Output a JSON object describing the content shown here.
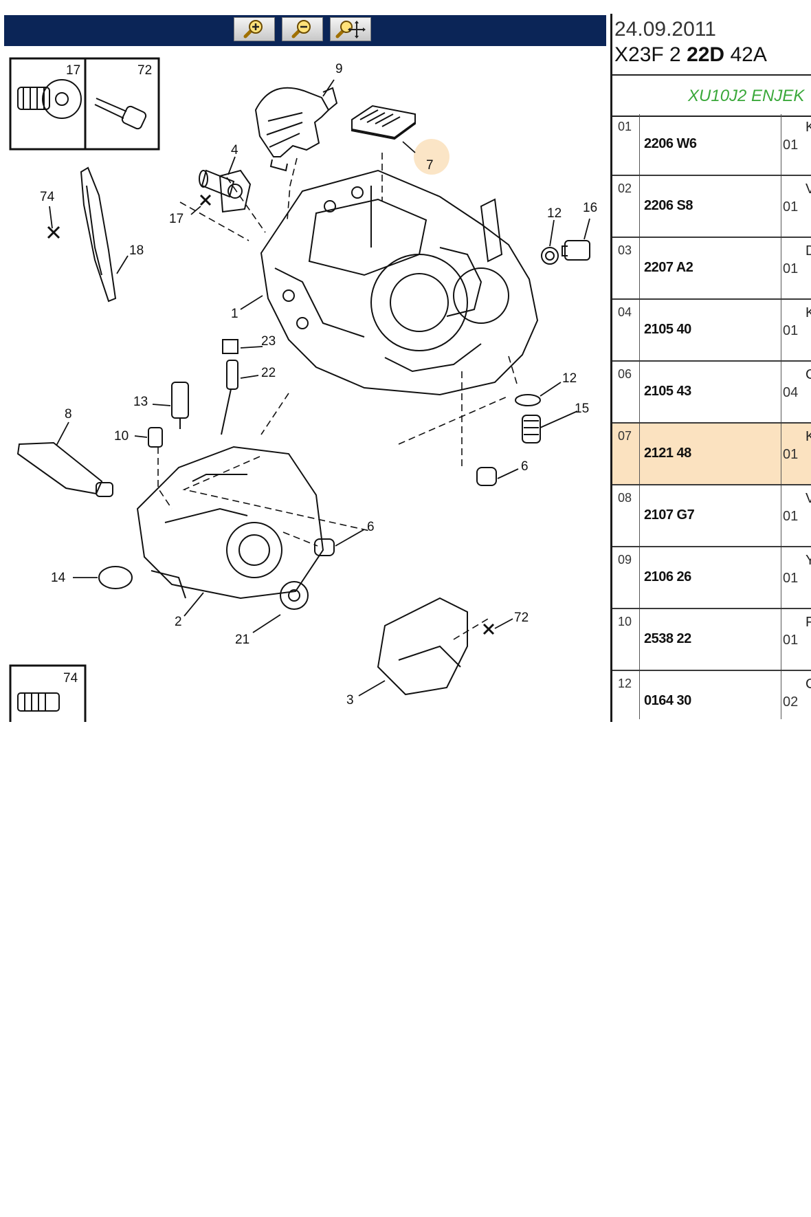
{
  "toolbar": {
    "zoom_in": "zoom-in-icon",
    "zoom_out": "zoom-out-icon",
    "pan": "pan-icon",
    "color": "#0b2557"
  },
  "header": {
    "date": "24.09.2011",
    "model_a": "X23F 2 ",
    "model_b": "22D",
    "model_c": " 42A",
    "engine": "XU10J2 ENJEK"
  },
  "diagram": {
    "callouts": [
      "17",
      "72",
      "9",
      "7",
      "4",
      "17",
      "74",
      "18",
      "16",
      "12",
      "1",
      "23",
      "22",
      "12",
      "15",
      "13",
      "8",
      "10",
      "6",
      "6",
      "14",
      "2",
      "21",
      "72",
      "3",
      "74"
    ]
  },
  "parts": [
    {
      "no": "01",
      "ref": "2206 W6",
      "qty": "01",
      "desc": "K"
    },
    {
      "no": "02",
      "ref": "2206 S8",
      "qty": "01",
      "desc": "V"
    },
    {
      "no": "03",
      "ref": "2207 A2",
      "qty": "01",
      "desc": "D"
    },
    {
      "no": "04",
      "ref": "2105 40",
      "qty": "01",
      "desc": "K"
    },
    {
      "no": "06",
      "ref": "2105 43",
      "qty": "04",
      "desc": "C"
    },
    {
      "no": "07",
      "ref": "2121 48",
      "qty": "01",
      "desc": "K"
    },
    {
      "no": "08",
      "ref": "2107 G7",
      "qty": "01",
      "desc": "V"
    },
    {
      "no": "09",
      "ref": "2106 26",
      "qty": "01",
      "desc": "Y"
    },
    {
      "no": "10",
      "ref": "2538 22",
      "qty": "01",
      "desc": "F"
    },
    {
      "no": "12",
      "ref": "0164 30",
      "qty": "02",
      "desc": "C"
    }
  ],
  "selected_row": 5,
  "highlight_color": "#fbe2c0",
  "engine_color": "#3aa83a"
}
